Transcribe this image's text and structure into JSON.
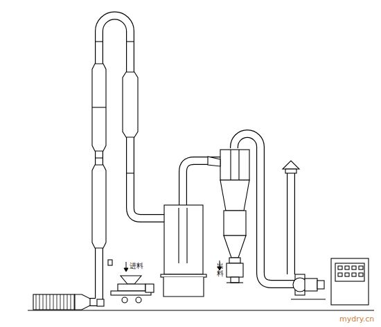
{
  "diagram": {
    "labels": [
      "进料",
      "出料",
      "mydry.cn"
    ]
  }
}
